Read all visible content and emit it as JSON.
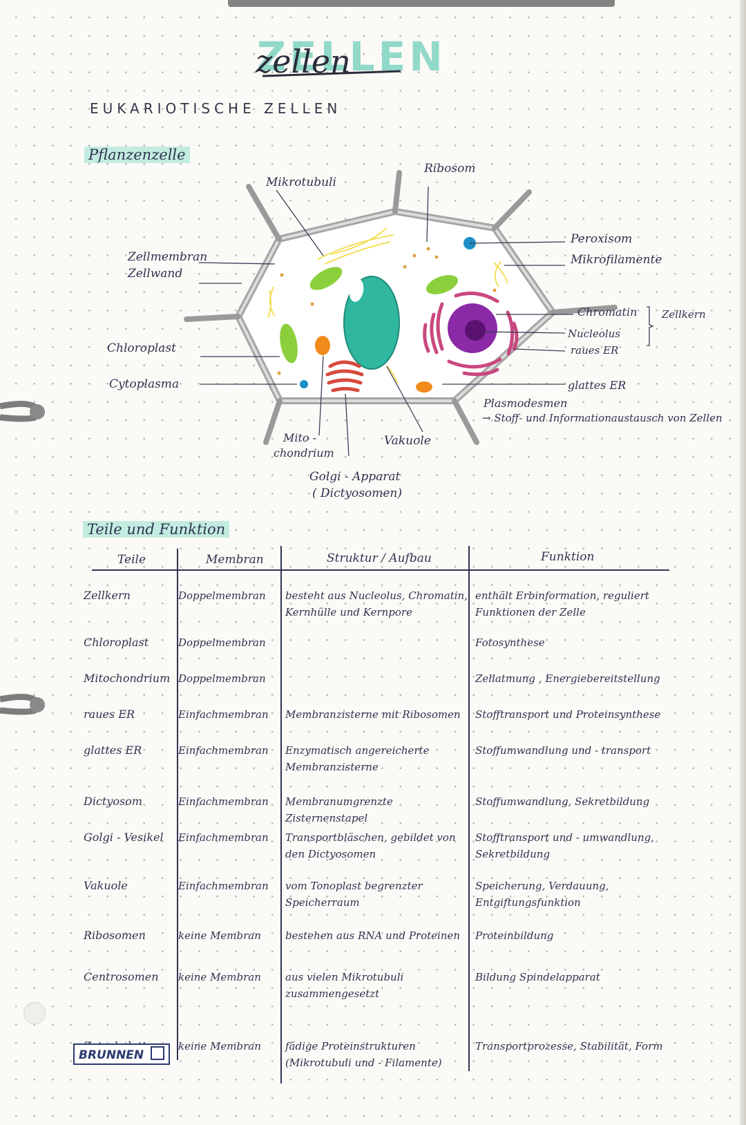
{
  "page_title_deco": "ZELLEN",
  "page_title": "zellen",
  "heading": "EUKARIOTISCHE ZELLEN",
  "subheading_plant": "Pflanzenzelle",
  "diagram": {
    "labels": {
      "mikrotubuli": "Mikrotubuli",
      "ribosom": "Ribosom",
      "peroxisom": "Peroxisom",
      "mikrofilamente": "Mikrofilamente",
      "zellmembran": "Zellmembran",
      "zellwand": "Zellwand",
      "chromatin": "Chromatin",
      "zellkern": "Zellkern",
      "nucleolus": "Nucleolus",
      "raues_er": "raues ER",
      "chloroplast": "Chloroplast",
      "cytoplasma": "Cytoplasma",
      "glattes_er": "glattes ER",
      "plasmodesmen": "Plasmodesmen",
      "plasmodesmen_note": "→ Stoff- und Informationaustausch von Zellen",
      "mitochondrium_1": "Mito -",
      "mitochondrium_2": "chondrium",
      "vakuole": "Vakuole",
      "golgi_1": "Golgi - Apparat",
      "golgi_2": "( Dictyosomen)"
    }
  },
  "subheading_table": "Teile und Funktion",
  "table": {
    "headers": [
      "Teile",
      "Membran",
      "Struktur / Aufbau",
      "Funktion"
    ],
    "rows": [
      {
        "part": "Zellkern",
        "membrane": "Doppelmembran",
        "structure": "besteht aus Nucleolus, Chromatin, Kernhülle und Kernpore",
        "function": "enthält Erbinformation, reguliert Funktionen der Zelle"
      },
      {
        "part": "Chloroplast",
        "membrane": "Doppelmembran",
        "structure": "",
        "function": "Fotosynthese"
      },
      {
        "part": "Mitochondrium",
        "membrane": "Doppelmembran",
        "structure": "",
        "function": "Zellatmung , Energiebereitstellung"
      },
      {
        "part": "raues ER",
        "membrane": "Einfachmembran",
        "structure": "Membranzisterne mit Ribosomen",
        "function": "Stofftransport und Proteinsynthese"
      },
      {
        "part": "glattes ER",
        "membrane": "Einfachmembran",
        "structure": "Enzymatisch angereicherte Membranzisterne",
        "function": "Stoffumwandlung und - transport"
      },
      {
        "part": "Dictyosom",
        "membrane": "Einfachmembran",
        "structure": "Membranumgrenzte Zisternenstapel",
        "function": "Stoffumwandlung, Sekretbildung"
      },
      {
        "part": "Golgi - Vesikel",
        "membrane": "Einfachmembran",
        "structure": "Transportbläschen, gebildet von den Dictyosomen",
        "function": "Stofftransport und - umwandlung, Sekretbildung"
      },
      {
        "part": "Vakuole",
        "membrane": "Einfachmembran",
        "structure": "vom Tonoplast begrenzter Speicherraum",
        "function": "Speicherung, Verdauung, Entgiftungsfunktion"
      },
      {
        "part": "Ribosomen",
        "membrane": "keine Membran",
        "structure": "bestehen aus RNA und Proteinen",
        "function": "Proteinbildung"
      },
      {
        "part": "Centrosomen",
        "membrane": "keine Membran",
        "structure": "aus vielen Mikrotubuli zusammengesetzt",
        "function": "Bildung Spindelapparat"
      },
      {
        "part": "Zytoskelett",
        "membrane": "keine Membran",
        "structure": "fädige Proteinstrukturen (Mikrotubuli und - Filamente)",
        "function": "Transportprozesse, Stabilität, Form"
      }
    ]
  },
  "brand": "BRUNNEN",
  "colors": {
    "highlight": "#c2ecdf",
    "chloroplast": "#8ccf3c",
    "vakuole": "#2fb7a0",
    "nucleus": "#8a2aa6",
    "er": "#c9487f",
    "mitochondrium": "#f08a1c",
    "golgi": "#d64a3c",
    "peroxisom": "#1d8fc5",
    "microtubuli": "#f3df5a"
  }
}
